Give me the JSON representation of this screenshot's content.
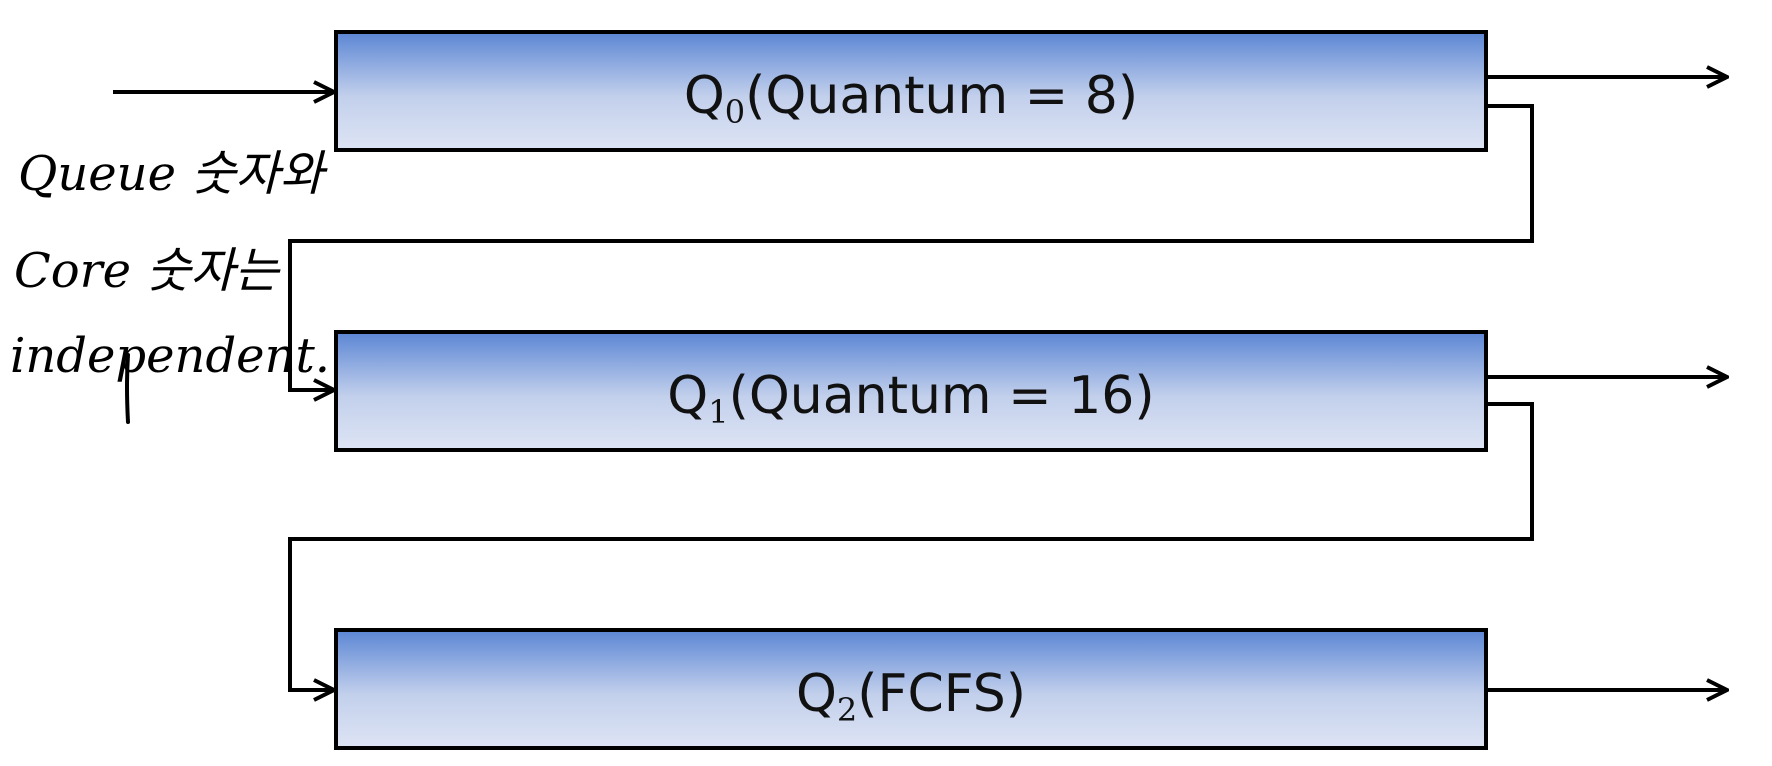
{
  "queues": [
    {
      "base": "Q",
      "sub": "0",
      "detail": "(Quantum  =  8)"
    },
    {
      "base": "Q",
      "sub": "1",
      "detail": "(Quantum  =  16)"
    },
    {
      "base": "Q",
      "sub": "2",
      "detail": "(FCFS)"
    }
  ],
  "annotation": {
    "lines": [
      "Queue 숫자와",
      "Core 숫자는",
      "independent."
    ]
  },
  "colors": {
    "box_top": "#5b86d4",
    "box_bottom": "#dde4f4",
    "stroke": "#000000"
  }
}
